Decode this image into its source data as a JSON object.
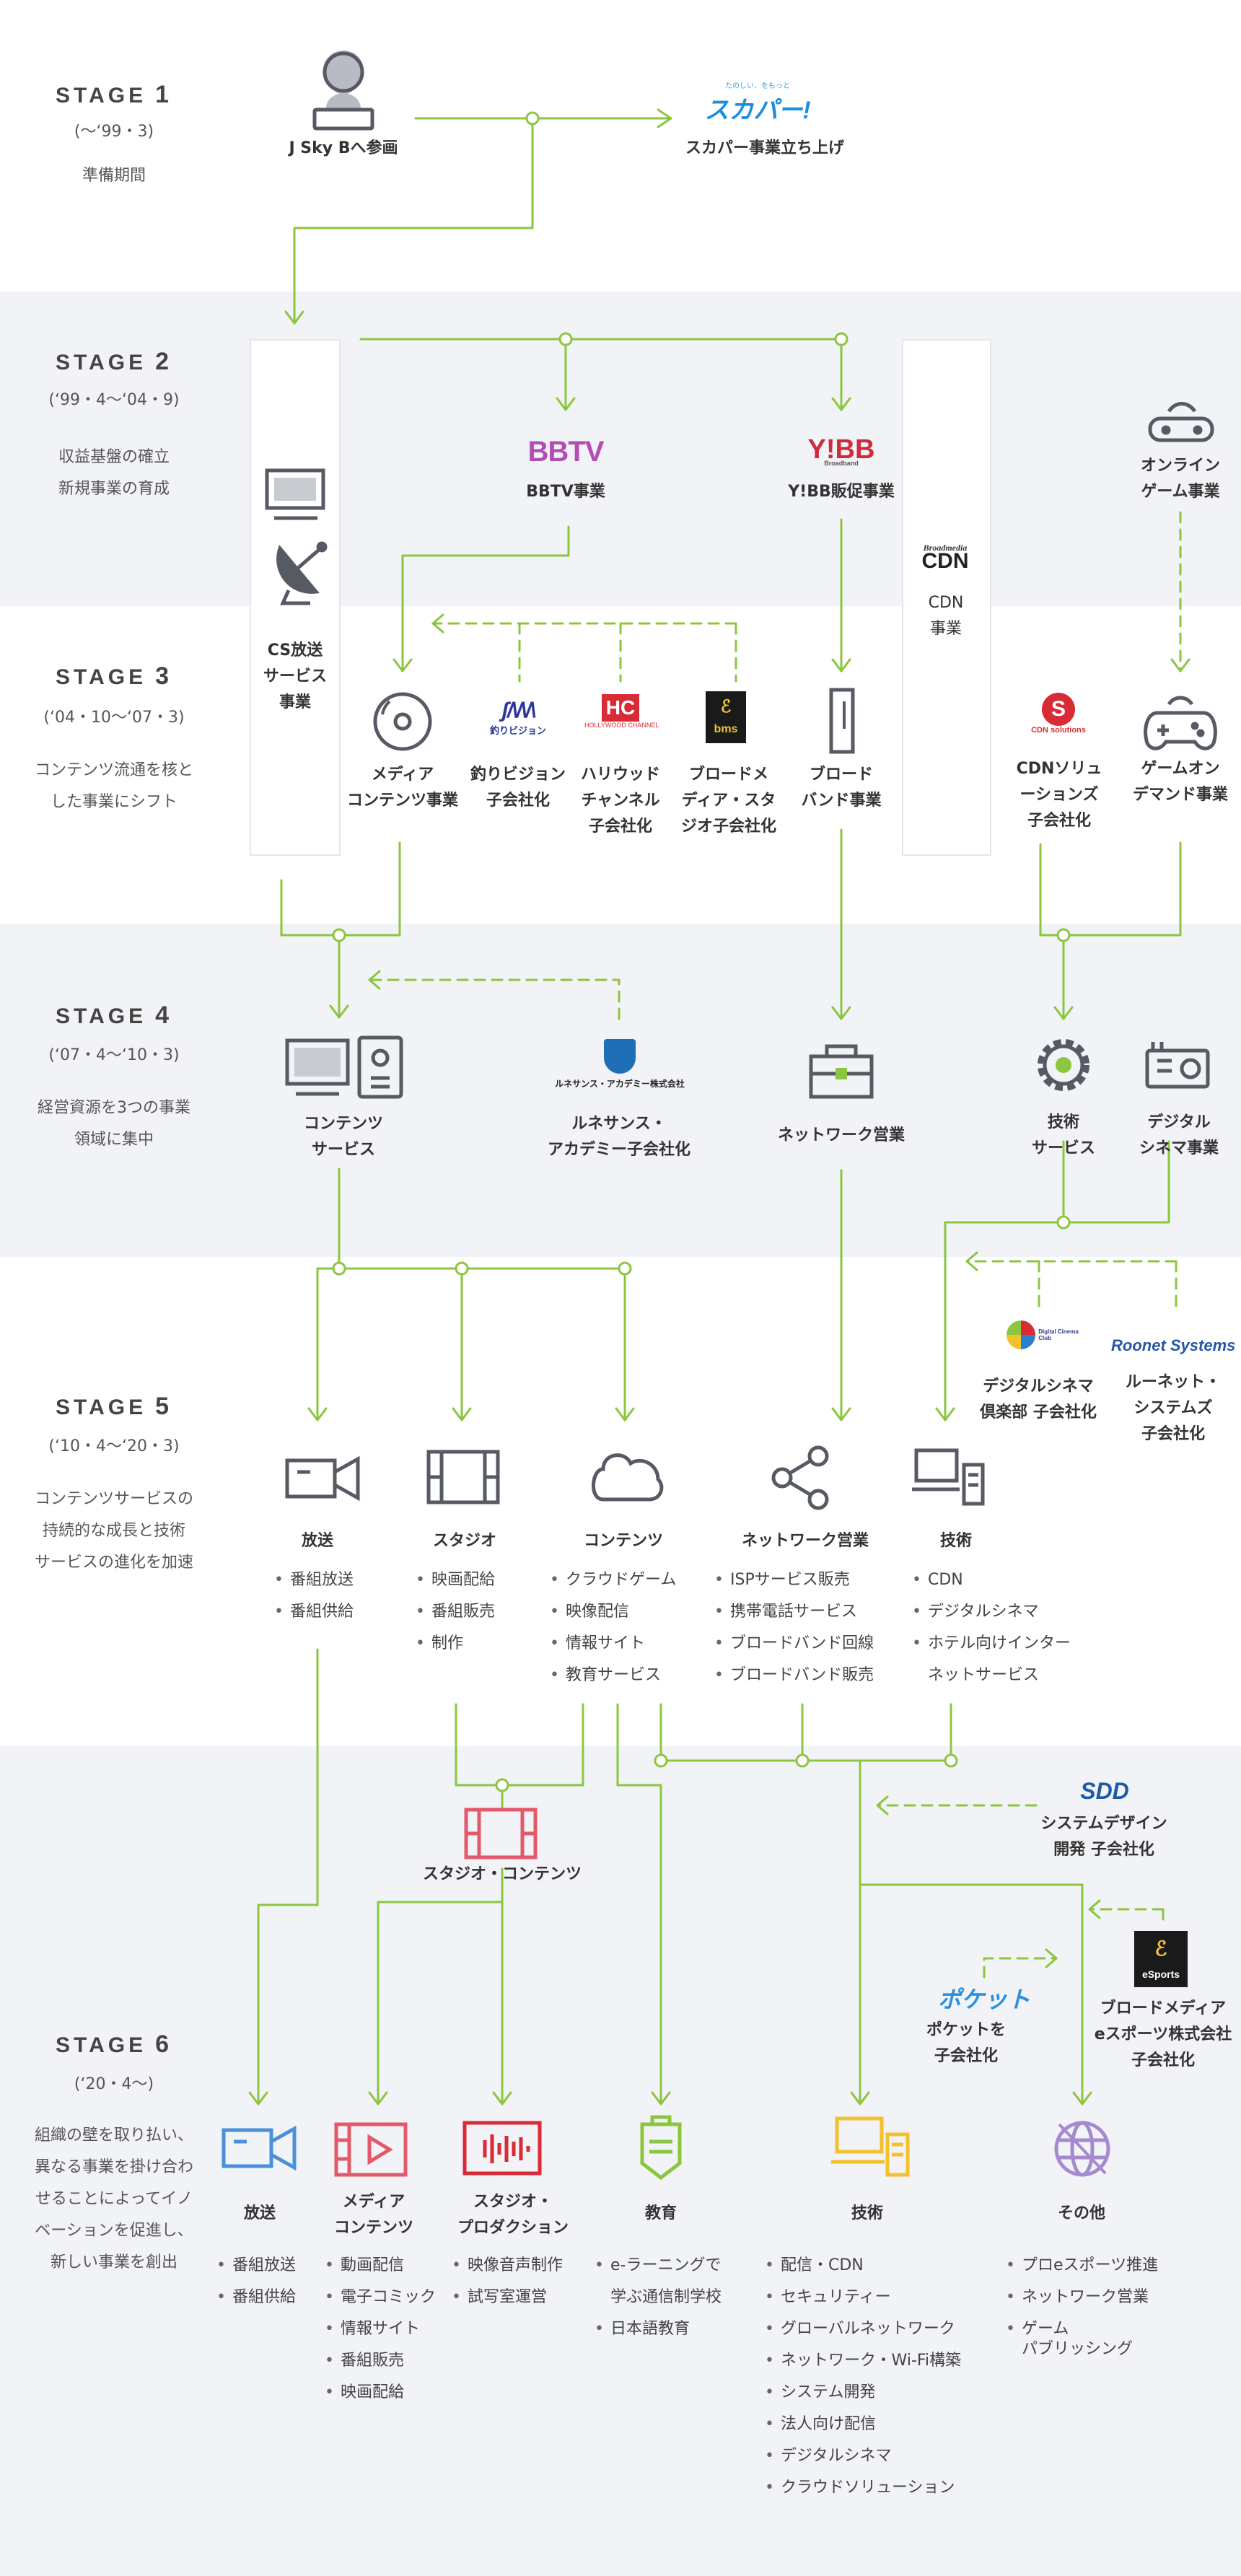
{
  "colors": {
    "line": "#8cc63f",
    "band": "#f1f3f6",
    "icon": "#555a63",
    "red": "#e2596a",
    "blue": "#4a90d9",
    "gold": "#f2c12e",
    "green": "#8cc63f",
    "purple": "#a58ad0"
  },
  "stages": [
    {
      "label": "STAGE",
      "num": "1",
      "period": "(〜‘99・3)",
      "desc": [
        "準備期間"
      ]
    },
    {
      "label": "STAGE",
      "num": "2",
      "period": "(‘99・4〜‘04・9)",
      "desc": [
        "収益基盤の確立",
        "新規事業の育成"
      ]
    },
    {
      "label": "STAGE",
      "num": "3",
      "period": "(‘04・10〜‘07・3)",
      "desc": [
        "コンテンツ流通を核と",
        "した事業にシフト"
      ]
    },
    {
      "label": "STAGE",
      "num": "4",
      "period": "(‘07・4〜‘10・3)",
      "desc": [
        "経営資源を3つの事業",
        "領域に集中"
      ]
    },
    {
      "label": "STAGE",
      "num": "5",
      "period": "(‘10・4〜‘20・3)",
      "desc": [
        "コンテンツサービスの",
        "持続的な成長と技術",
        "サービスの進化を加速"
      ]
    },
    {
      "label": "STAGE",
      "num": "6",
      "period": "(‘20・4〜)",
      "desc": [
        "組織の壁を取り払い、",
        "異なる事業を掛け合わ",
        "せることによってイノ",
        "ベーションを促進し、",
        "新しい事業を創出"
      ]
    }
  ],
  "s1": {
    "jskyb": "J Sky Bへ参画",
    "skyperfect_logo": "スカパー!",
    "skyperfect_tagline": "たのしい、をもっと",
    "skyperfect": "スカパー事業立ち上げ"
  },
  "s2": {
    "cs": [
      "CS放送",
      "サービス",
      "事業"
    ],
    "bbtv_logo": "BBTV",
    "bbtv": "BBTV事業",
    "ybb_logo": "Y!BB",
    "ybb_sub": "Broadband",
    "ybb": "Y!BB販促事業",
    "cdn_logo_top": "Broadmedia",
    "cdn_logo": "CDN",
    "cdn": [
      "CDN",
      "事業"
    ],
    "online": [
      "オンライン",
      "ゲーム事業"
    ]
  },
  "s3": {
    "media": [
      "メディア",
      "コンテンツ事業"
    ],
    "tsuri_logo": "釣りビジョン",
    "tsuri": [
      "釣りビジョン",
      "子会社化"
    ],
    "hollywood_logo": "HOLLYWOOD CHANNEL",
    "hollywood": [
      "ハリウッド",
      "チャンネル",
      "子会社化"
    ],
    "bms_logo": "bms",
    "bms": [
      "ブロードメ",
      "ディア・スタ",
      "ジオ子会社化"
    ],
    "broadband": [
      "ブロード",
      "バンド事業"
    ],
    "cdnsol_logo": "CDN solutions",
    "cdnsol": [
      "CDNソリュ",
      "ーションズ",
      "子会社化"
    ],
    "god": [
      "ゲームオン",
      "デマンド事業"
    ]
  },
  "s4": {
    "contents": [
      "コンテンツ",
      "サービス"
    ],
    "renaissance_logo": "ルネサンス・アカデミー株式会社",
    "renaissance": [
      "ルネサンス・",
      "アカデミー子会社化"
    ],
    "network": "ネットワーク営業",
    "tech": [
      "技術",
      "サービス"
    ],
    "cinema": [
      "デジタル",
      "シネマ事業"
    ]
  },
  "s5": {
    "cols": [
      {
        "title": "放送",
        "items": [
          "番組放送",
          "番組供給"
        ]
      },
      {
        "title": "スタジオ",
        "items": [
          "映画配給",
          "番組販売",
          "制作"
        ]
      },
      {
        "title": "コンテンツ",
        "items": [
          "クラウドゲーム",
          "映像配信",
          "情報サイト",
          "教育サービス"
        ]
      },
      {
        "title": "ネットワーク営業",
        "items": [
          "ISPサービス販売",
          "携帯電話サービス",
          "ブロードバンド回線",
          "ブロードバンド販売"
        ]
      },
      {
        "title": "技術",
        "items": [
          "CDN",
          "デジタルシネマ",
          "ホテル向けインター",
          "ネットサービス"
        ]
      }
    ],
    "dcc_logo": "Digital Cinema Club",
    "dcc": [
      "デジタルシネマ",
      "倶楽部 子会社化"
    ],
    "roonet_logo": "Roonet Systems",
    "roonet": [
      "ルーネット・",
      "システムズ",
      "子会社化"
    ]
  },
  "s6": {
    "studio_contents": "スタジオ・コンテンツ",
    "sdd_logo": "SDD",
    "sdd": [
      "システムデザイン",
      "開発 子会社化"
    ],
    "pocket_logo": "ポケット",
    "pocket": [
      "ポケットを",
      "子会社化"
    ],
    "esports_logo": "eSports",
    "esports": [
      "ブロードメディア",
      "eスポーツ株式会社",
      "子会社化"
    ],
    "cols": [
      {
        "title": [
          "放送"
        ],
        "items": [
          "番組放送",
          "番組供給"
        ]
      },
      {
        "title": [
          "メディア",
          "コンテンツ"
        ],
        "items": [
          "動画配信",
          "電子コミック",
          "情報サイト",
          "番組販売",
          "映画配給"
        ]
      },
      {
        "title": [
          "スタジオ・",
          "プロダクション"
        ],
        "items": [
          "映像音声制作",
          "試写室運営"
        ]
      },
      {
        "title": [
          "教育"
        ],
        "items": [
          "e-ラーニングで",
          "学ぶ通信制学校",
          "日本語教育"
        ]
      },
      {
        "title": [
          "技術"
        ],
        "items": [
          "配信・CDN",
          "セキュリティー",
          "グローバルネットワーク",
          "ネットワーク・Wi-Fi構築",
          "システム開発",
          "法人向け配信",
          "デジタルシネマ",
          "クラウドソリューション"
        ]
      },
      {
        "title": [
          "その他"
        ],
        "items": [
          "プロeスポーツ推進",
          "ネットワーク営業",
          "ゲーム",
          "パブリッシング"
        ]
      }
    ]
  }
}
